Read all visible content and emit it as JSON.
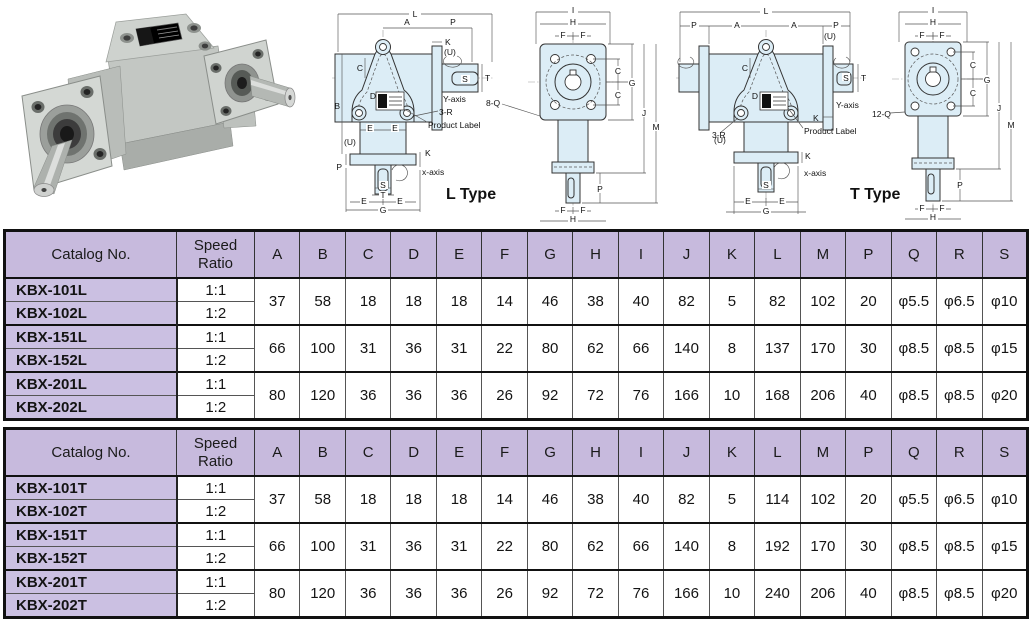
{
  "labels": {
    "A": "A",
    "B": "B",
    "C": "C",
    "D": "D",
    "E": "E",
    "F": "F",
    "G": "G",
    "H": "H",
    "I": "I",
    "J": "J",
    "K": "K",
    "L": "L",
    "M": "M",
    "P": "P",
    "S": "S",
    "T": "T",
    "U": "(U)",
    "x_axis": "x-axis",
    "y_axis": "Y-axis",
    "r3": "3-R",
    "q8": "8-Q",
    "q12": "12-Q",
    "product_label": "Product Label",
    "l_type": "L Type",
    "t_type": "T Type"
  },
  "colors": {
    "header_purple": "#c7badd",
    "catalog_purple": "#cbc0e2",
    "drawing_fill": "#dcedf6",
    "table_border": "#111111"
  },
  "tables": [
    {
      "type_name": "L Type dimensions",
      "headers": [
        "Catalog No.",
        "Speed Ratio",
        "A",
        "B",
        "C",
        "D",
        "E",
        "F",
        "G",
        "H",
        "I",
        "J",
        "K",
        "L",
        "M",
        "P",
        "Q",
        "R",
        "S"
      ],
      "groups": [
        {
          "rows": [
            {
              "catalog": "KBX-101L",
              "ratio": "1:1"
            },
            {
              "catalog": "KBX-102L",
              "ratio": "1:2"
            }
          ],
          "dims": [
            "37",
            "58",
            "18",
            "18",
            "18",
            "14",
            "46",
            "38",
            "40",
            "82",
            "5",
            "82",
            "102",
            "20",
            "φ5.5",
            "φ6.5",
            "φ10"
          ]
        },
        {
          "rows": [
            {
              "catalog": "KBX-151L",
              "ratio": "1:1"
            },
            {
              "catalog": "KBX-152L",
              "ratio": "1:2"
            }
          ],
          "dims": [
            "66",
            "100",
            "31",
            "36",
            "31",
            "22",
            "80",
            "62",
            "66",
            "140",
            "8",
            "137",
            "170",
            "30",
            "φ8.5",
            "φ8.5",
            "φ15"
          ]
        },
        {
          "rows": [
            {
              "catalog": "KBX-201L",
              "ratio": "1:1"
            },
            {
              "catalog": "KBX-202L",
              "ratio": "1:2"
            }
          ],
          "dims": [
            "80",
            "120",
            "36",
            "36",
            "36",
            "26",
            "92",
            "72",
            "76",
            "166",
            "10",
            "168",
            "206",
            "40",
            "φ8.5",
            "φ8.5",
            "φ20"
          ]
        }
      ]
    },
    {
      "type_name": "T Type dimensions",
      "headers": [
        "Catalog No.",
        "Speed Ratio",
        "A",
        "B",
        "C",
        "D",
        "E",
        "F",
        "G",
        "H",
        "I",
        "J",
        "K",
        "L",
        "M",
        "P",
        "Q",
        "R",
        "S"
      ],
      "groups": [
        {
          "rows": [
            {
              "catalog": "KBX-101T",
              "ratio": "1:1"
            },
            {
              "catalog": "KBX-102T",
              "ratio": "1:2"
            }
          ],
          "dims": [
            "37",
            "58",
            "18",
            "18",
            "18",
            "14",
            "46",
            "38",
            "40",
            "82",
            "5",
            "114",
            "102",
            "20",
            "φ5.5",
            "φ6.5",
            "φ10"
          ]
        },
        {
          "rows": [
            {
              "catalog": "KBX-151T",
              "ratio": "1:1"
            },
            {
              "catalog": "KBX-152T",
              "ratio": "1:2"
            }
          ],
          "dims": [
            "66",
            "100",
            "31",
            "36",
            "31",
            "22",
            "80",
            "62",
            "66",
            "140",
            "8",
            "192",
            "170",
            "30",
            "φ8.5",
            "φ8.5",
            "φ15"
          ]
        },
        {
          "rows": [
            {
              "catalog": "KBX-201T",
              "ratio": "1:1"
            },
            {
              "catalog": "KBX-202T",
              "ratio": "1:2"
            }
          ],
          "dims": [
            "80",
            "120",
            "36",
            "36",
            "36",
            "26",
            "92",
            "72",
            "76",
            "166",
            "10",
            "240",
            "206",
            "40",
            "φ8.5",
            "φ8.5",
            "φ20"
          ]
        }
      ]
    }
  ]
}
